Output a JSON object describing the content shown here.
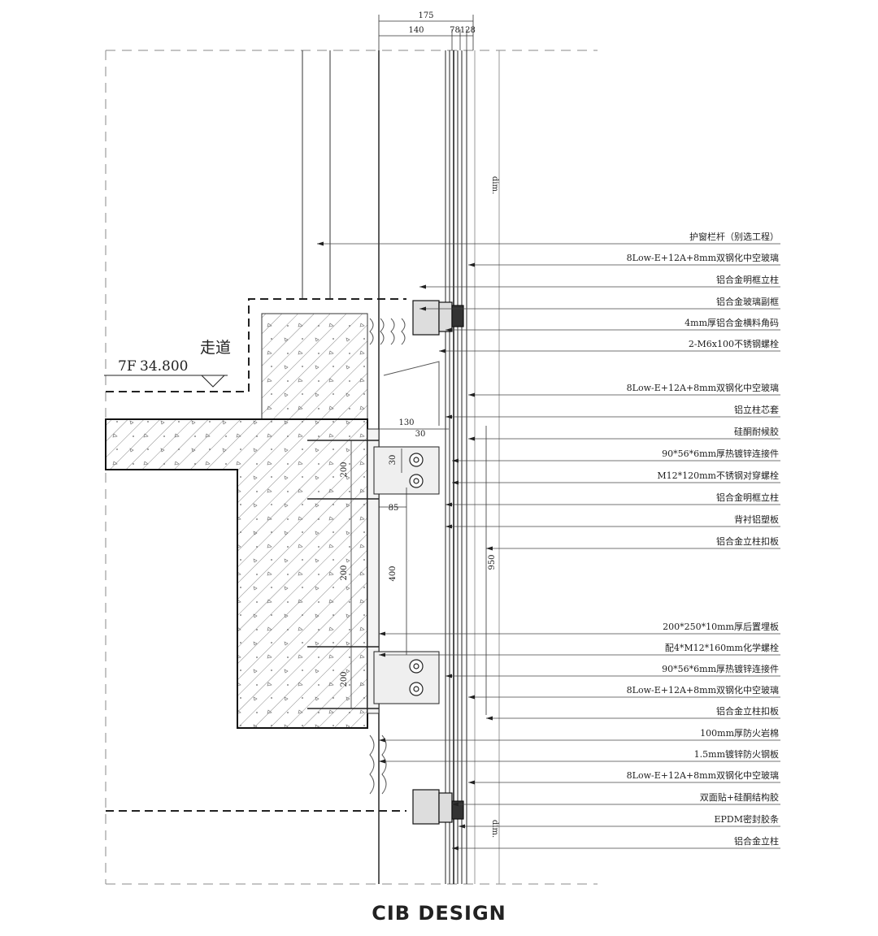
{
  "top_dimensions": {
    "total": "175",
    "left": "140",
    "right": "78128"
  },
  "floor": {
    "level": "7F",
    "elevation": "34.800",
    "corridor": "走道"
  },
  "dim_labels": {
    "d130": "130",
    "d30a": "30",
    "d30b": "30",
    "d85": "85",
    "d200a": "200",
    "d200b": "200",
    "d200c": "200",
    "d400": "400",
    "d950": "950",
    "dim_top": "dim.",
    "dim_bottom": "dim."
  },
  "callouts": [
    "护窗栏杆（别选工程）",
    "8Low-E+12A+8mm双钢化中空玻璃",
    "铝合金明框立柱",
    "铝合金玻璃副框",
    "4mm厚铝合金横料角码",
    "2-M6x100不锈钢螺栓",
    "8Low-E+12A+8mm双钢化中空玻璃",
    "铝立柱芯套",
    "硅酮耐候胶",
    "90*56*6mm厚热镀锌连接件",
    "M12*120mm不锈钢对穿螺栓",
    "铝合金明框立柱",
    "背衬铝塑板",
    "铝合金立柱扣板",
    "200*250*10mm厚后置埋板",
    "配4*M12*160mm化学螺栓",
    "90*56*6mm厚热镀锌连接件",
    "8Low-E+12A+8mm双钢化中空玻璃",
    "铝合金立柱扣板",
    "100mm厚防火岩棉",
    "1.5mm镀锌防火钢板",
    "8Low-E+12A+8mm双钢化中空玻璃",
    "双面贴+硅酮结构胶",
    "EPDM密封胶条",
    "铝合金立柱"
  ],
  "brand": "CIB DESIGN"
}
